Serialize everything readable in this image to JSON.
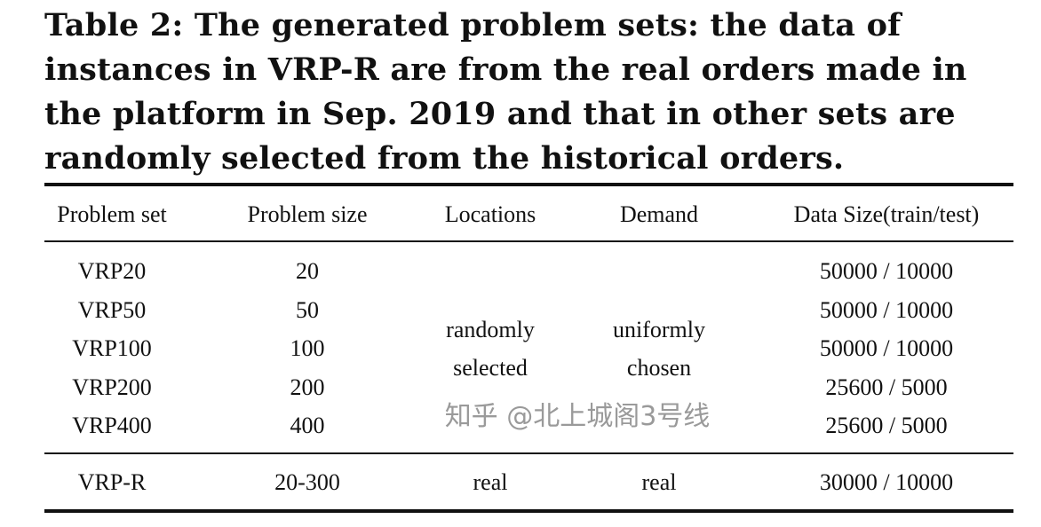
{
  "caption": "Table 2: The generated problem sets: the data of instances in VRP-R are from the real orders made in the platform in Sep. 2019 and that in other sets are randomly selected from the historical orders.",
  "headers": [
    "Problem set",
    "Problem size",
    "Locations",
    "Demand",
    "Data Size(train/test)"
  ],
  "rows": [
    {
      "set": "VRP20",
      "size": "20",
      "data": "50000 / 10000"
    },
    {
      "set": "VRP50",
      "size": "50",
      "data": "50000 / 10000"
    },
    {
      "set": "VRP100",
      "size": "100",
      "data": "50000 / 10000"
    },
    {
      "set": "VRP200",
      "size": "200",
      "data": "25600 / 5000"
    },
    {
      "set": "VRP400",
      "size": "400",
      "data": "25600 / 5000"
    }
  ],
  "merged": {
    "locations_1": "randomly",
    "locations_2": "selected",
    "demand_1": "uniformly",
    "demand_2": "chosen"
  },
  "real_row": {
    "set": "VRP-R",
    "size": "20-300",
    "locations": "real",
    "demand": "real",
    "data": "30000 / 10000"
  },
  "watermark": "知乎 @北上城阁3号线"
}
